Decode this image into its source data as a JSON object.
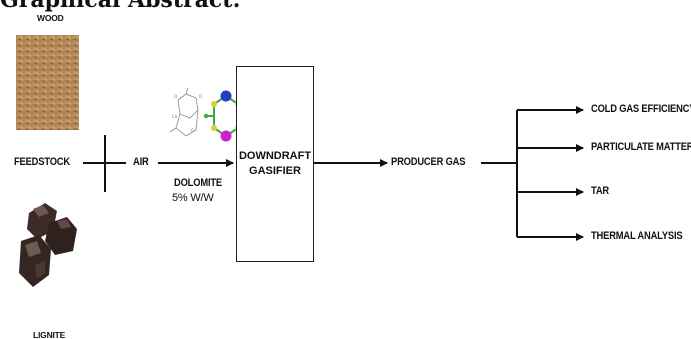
{
  "heading_fragment": "Graphical Abstract:",
  "inputs": {
    "wood_label": "WOOD",
    "lignite_label": "LIGNITE",
    "feedstock_label": "FEEDSTOCK",
    "air_label": "AIR",
    "dolomite_label": "DOLOMITE",
    "dolomite_ratio": "5% W/W"
  },
  "reactor": {
    "line1": "DOWNDRAFT",
    "line2": "GASIFIER"
  },
  "product": {
    "label": "PRODUCER GAS"
  },
  "outputs": [
    {
      "label": "COLD GAS EFFICIENCY"
    },
    {
      "label": "PARTICULATE MATTER"
    },
    {
      "label": "TAR"
    },
    {
      "label": "THERMAL ANALYSIS"
    }
  ],
  "colors": {
    "line": "#111111",
    "wood_base": "#b08050",
    "lignite_base": "#3a2a24",
    "molecule_blue": "#1f3fbf",
    "molecule_magenta": "#cc22cc",
    "molecule_green": "#3aa84a",
    "molecule_yellow": "#d8d030"
  }
}
